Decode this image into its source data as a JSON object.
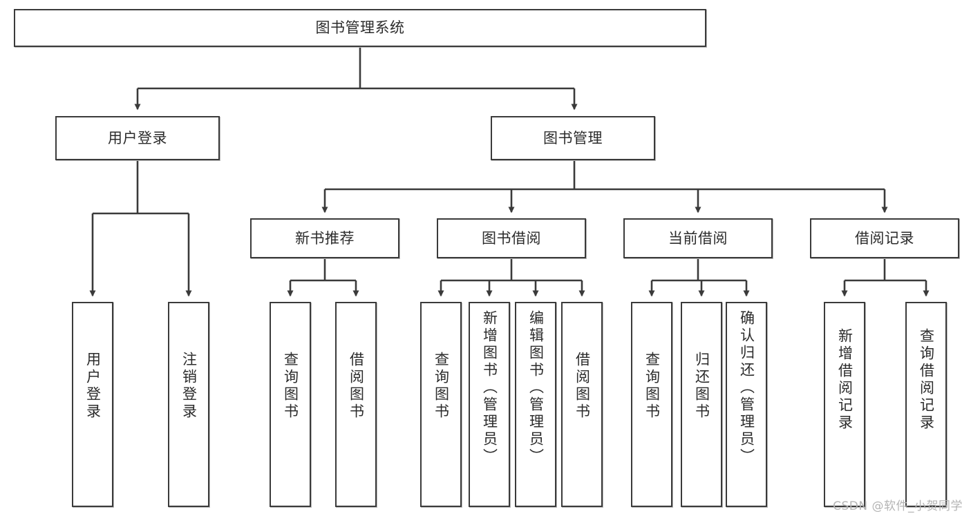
{
  "diagram": {
    "title": "图书管理系统",
    "type": "tree-hierarchy",
    "watermark": "CSDN @软件_小贺同学",
    "colors": {
      "box_border": "#3a3a3a",
      "box_fill": "#ffffff",
      "edge": "#3a3a3a",
      "text": "#2b2b2b",
      "watermark": "#b4b4b4",
      "background": "#ffffff"
    },
    "nodes": {
      "root": {
        "label": "图书管理系统",
        "level": 1,
        "orientation": "horizontal"
      },
      "user_login": {
        "label": "用户登录",
        "level": 2,
        "orientation": "horizontal"
      },
      "book_manage": {
        "label": "图书管理",
        "level": 2,
        "orientation": "horizontal"
      },
      "new_book_rec": {
        "label": "新书推荐",
        "level": 3,
        "orientation": "horizontal"
      },
      "book_borrow": {
        "label": "图书借阅",
        "level": 3,
        "orientation": "horizontal"
      },
      "current_borrow": {
        "label": "当前借阅",
        "level": 3,
        "orientation": "horizontal"
      },
      "borrow_record": {
        "label": "借阅记录",
        "level": 3,
        "orientation": "horizontal"
      },
      "leaf_user_login": {
        "label": "用户登录",
        "level": 3,
        "orientation": "vertical",
        "parent": "用户登录"
      },
      "leaf_logout": {
        "label": "注销登录",
        "level": 3,
        "orientation": "vertical",
        "parent": "用户登录"
      },
      "leaf_query_book_1": {
        "label": "查询图书",
        "level": 4,
        "orientation": "vertical",
        "parent": "新书推荐"
      },
      "leaf_borrow_book_1": {
        "label": "借阅图书",
        "level": 4,
        "orientation": "vertical",
        "parent": "新书推荐"
      },
      "leaf_query_book_2": {
        "label": "查询图书",
        "level": 4,
        "orientation": "vertical",
        "parent": "图书借阅"
      },
      "leaf_add_book": {
        "label": "新增图书（管理员）",
        "level": 4,
        "orientation": "vertical",
        "parent": "图书借阅"
      },
      "leaf_edit_book": {
        "label": "编辑图书（管理员）",
        "level": 4,
        "orientation": "vertical",
        "parent": "图书借阅"
      },
      "leaf_borrow_book_2": {
        "label": "借阅图书",
        "level": 4,
        "orientation": "vertical",
        "parent": "图书借阅"
      },
      "leaf_query_book_3": {
        "label": "查询图书",
        "level": 4,
        "orientation": "vertical",
        "parent": "当前借阅"
      },
      "leaf_return_book": {
        "label": "归还图书",
        "level": 4,
        "orientation": "vertical",
        "parent": "当前借阅"
      },
      "leaf_confirm_return": {
        "label": "确认归还（管理员）",
        "level": 4,
        "orientation": "vertical",
        "parent": "当前借阅"
      },
      "leaf_add_record": {
        "label": "新增借阅记录",
        "level": 4,
        "orientation": "vertical",
        "parent": "借阅记录"
      },
      "leaf_query_record": {
        "label": "查询借阅记录",
        "level": 4,
        "orientation": "vertical",
        "parent": "借阅记录"
      }
    }
  }
}
